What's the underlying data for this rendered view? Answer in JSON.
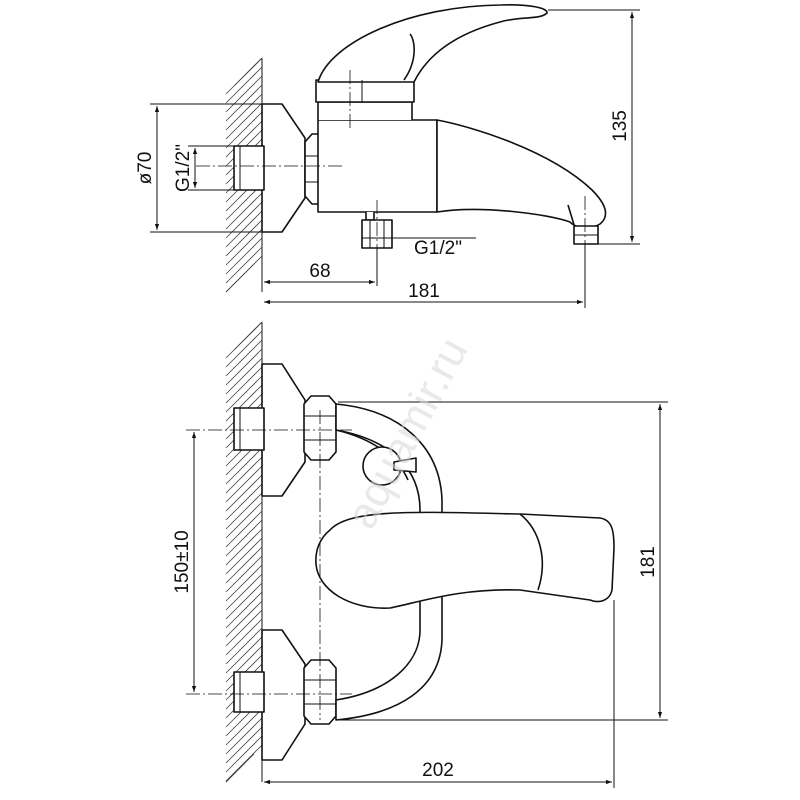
{
  "dimensions": {
    "flange_diameter": "ø70",
    "thread_inlet": "G1/2\"",
    "thread_outlet": "G1/2\"",
    "outlet_offset": "68",
    "depth": "181",
    "height": "135",
    "inlet_spacing": "150±10",
    "front_height": "181",
    "width": "202"
  },
  "watermark": "aquamir.ru",
  "colors": {
    "line": "#111111",
    "hatch": "#444444",
    "watermark": "#d8d8d8"
  }
}
